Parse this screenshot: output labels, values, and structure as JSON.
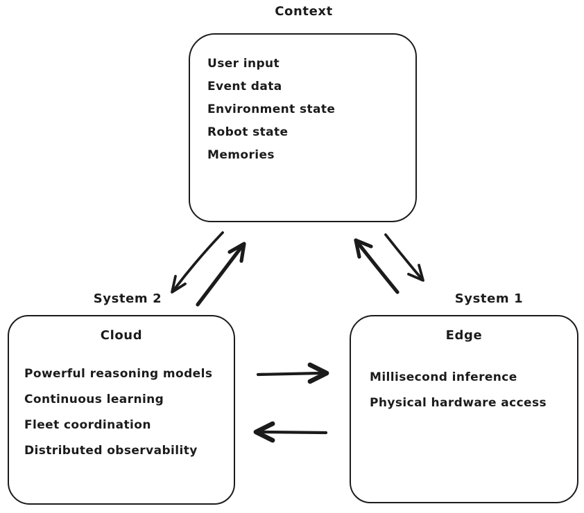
{
  "diagram": {
    "background_color": "#ffffff",
    "stroke_color": "#1b1b1b",
    "context": {
      "label": "Context",
      "items": [
        "User input",
        "Event data",
        "Environment state",
        "Robot state",
        "Memories"
      ]
    },
    "system2": {
      "label": "System 2",
      "title": "Cloud",
      "items": [
        "Powerful reasoning models",
        "Continuous learning",
        "Fleet coordination",
        "Distributed observability"
      ]
    },
    "system1": {
      "label": "System 1",
      "title": "Edge",
      "items": [
        "Millisecond inference",
        "Physical hardware access"
      ]
    },
    "arrows": [
      "context-to-system2",
      "system2-to-context",
      "system1-to-context",
      "context-to-system1",
      "cloud-to-edge",
      "edge-to-cloud"
    ]
  }
}
